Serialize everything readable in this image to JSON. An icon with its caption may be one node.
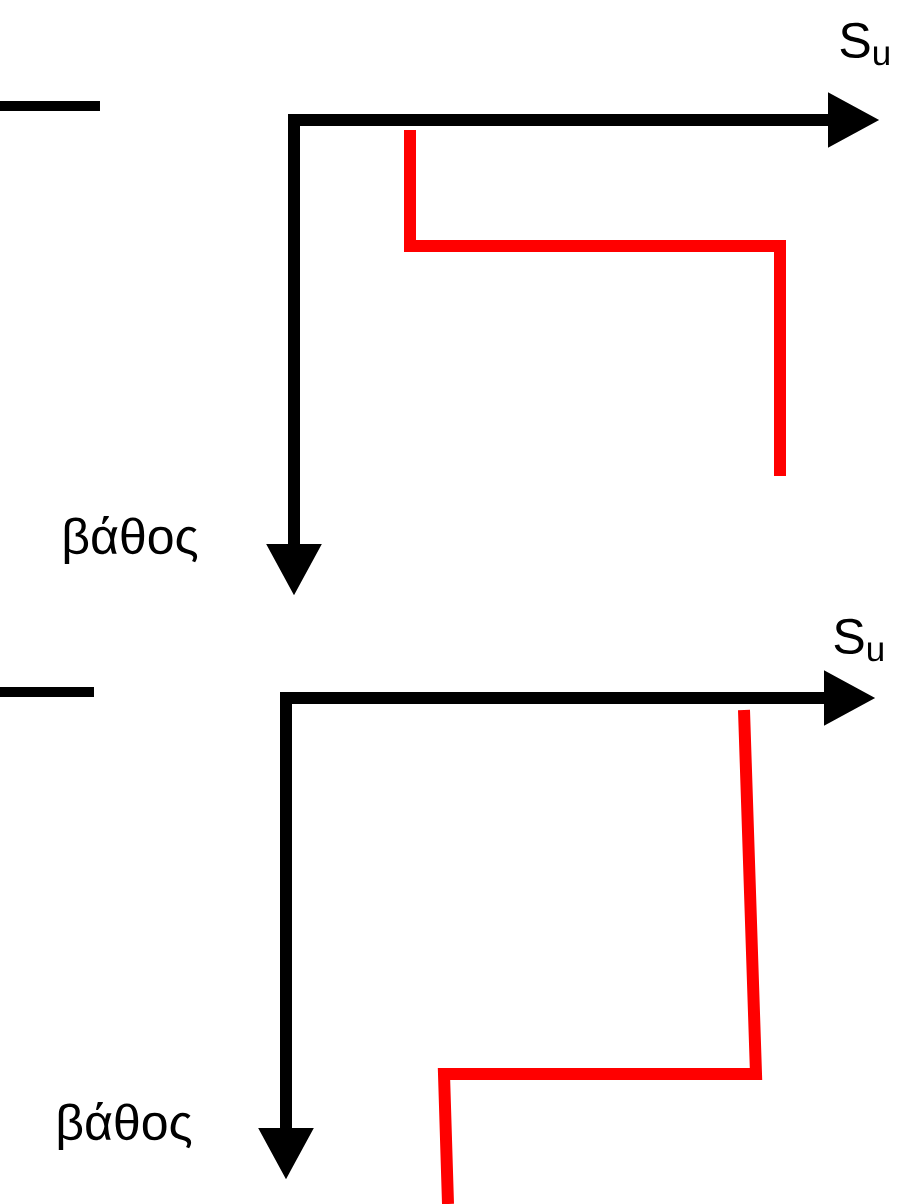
{
  "diagram": {
    "labels": [
      "S$_{u}$",
      "βάθος",
      "S$_{u}$",
      "βάθος"
    ]
  }
}
